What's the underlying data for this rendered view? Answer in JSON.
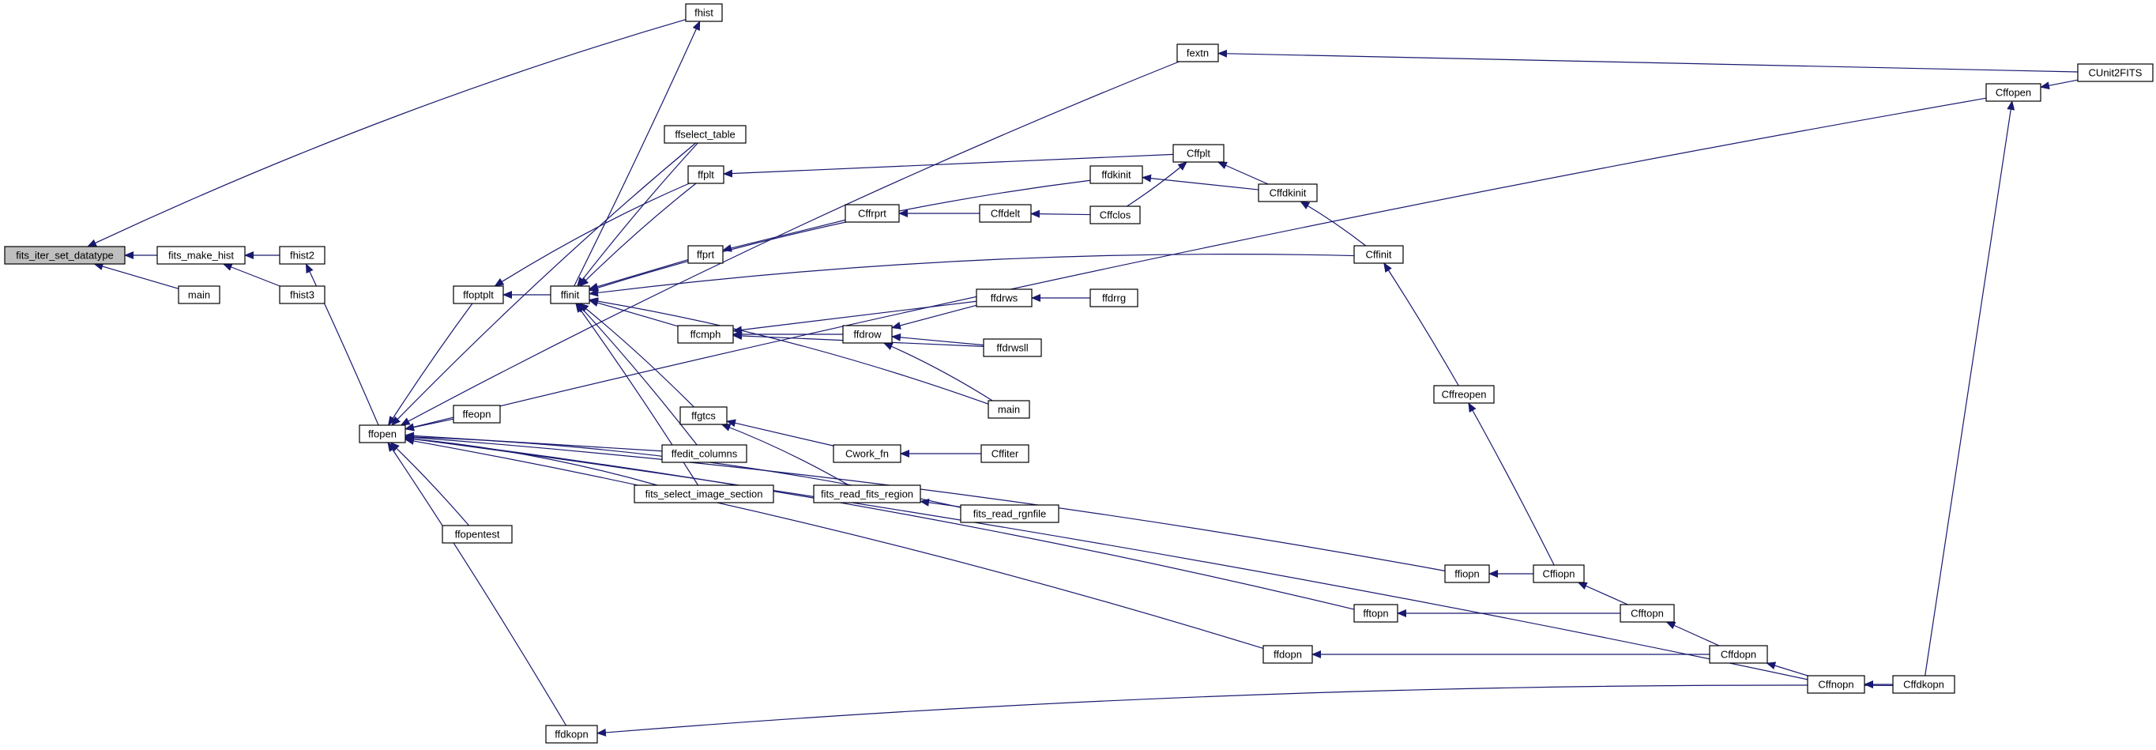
{
  "graph": {
    "colors": {
      "edge": "#191970",
      "root_fill": "#bfbfbf",
      "node_fill": "#ffffff",
      "border": "#000000"
    },
    "nodes": [
      {
        "id": "fits_iter_set_datatype",
        "label": "fits_iter_set_datatype",
        "root": true
      },
      {
        "id": "fits_make_hist",
        "label": "fits_make_hist"
      },
      {
        "id": "main1",
        "label": "main"
      },
      {
        "id": "fhist2",
        "label": "fhist2"
      },
      {
        "id": "fhist3",
        "label": "fhist3"
      },
      {
        "id": "fhist",
        "label": "fhist"
      },
      {
        "id": "fextn",
        "label": "fextn"
      },
      {
        "id": "CUnit2FITS",
        "label": "CUnit2FITS"
      },
      {
        "id": "Cffopen",
        "label": "Cffopen"
      },
      {
        "id": "ffselect_table",
        "label": "ffselect_table"
      },
      {
        "id": "ffplt",
        "label": "ffplt"
      },
      {
        "id": "Cffplt",
        "label": "Cffplt"
      },
      {
        "id": "ffdkinit",
        "label": "ffdkinit"
      },
      {
        "id": "Cffdkinit",
        "label": "Cffdkinit"
      },
      {
        "id": "ffprt",
        "label": "ffprt"
      },
      {
        "id": "Cffrprt",
        "label": "Cffrprt"
      },
      {
        "id": "Cffdelt",
        "label": "Cffdelt"
      },
      {
        "id": "Cffclos",
        "label": "Cffclos"
      },
      {
        "id": "Cffinit",
        "label": "Cffinit"
      },
      {
        "id": "ffoptplt",
        "label": "ffoptplt"
      },
      {
        "id": "ffinit",
        "label": "ffinit"
      },
      {
        "id": "ffdrws",
        "label": "ffdrws"
      },
      {
        "id": "ffdrrg",
        "label": "ffdrrg"
      },
      {
        "id": "ffcmph",
        "label": "ffcmph"
      },
      {
        "id": "ffdrow",
        "label": "ffdrow"
      },
      {
        "id": "ffdrwsll",
        "label": "ffdrwsll"
      },
      {
        "id": "main2",
        "label": "main"
      },
      {
        "id": "Cffreopen",
        "label": "Cffreopen"
      },
      {
        "id": "ffopen",
        "label": "ffopen"
      },
      {
        "id": "ffeopn",
        "label": "ffeopn"
      },
      {
        "id": "ffgtcs",
        "label": "ffgtcs"
      },
      {
        "id": "Cwork_fn",
        "label": "Cwork_fn"
      },
      {
        "id": "Cffiter",
        "label": "Cffiter"
      },
      {
        "id": "ffedit_columns",
        "label": "ffedit_columns"
      },
      {
        "id": "fits_select_image_section",
        "label": "fits_select_image_section"
      },
      {
        "id": "fits_read_fits_region",
        "label": "fits_read_fits_region"
      },
      {
        "id": "fits_read_rgnfile",
        "label": "fits_read_rgnfile"
      },
      {
        "id": "ffopentest",
        "label": "ffopentest"
      },
      {
        "id": "ffiopn",
        "label": "ffiopn"
      },
      {
        "id": "Cffiopn",
        "label": "Cffiopn"
      },
      {
        "id": "fftopn",
        "label": "fftopn"
      },
      {
        "id": "Cfftopn",
        "label": "Cfftopn"
      },
      {
        "id": "ffdopn",
        "label": "ffdopn"
      },
      {
        "id": "Cffdopn",
        "label": "Cffdopn"
      },
      {
        "id": "Cffnopn",
        "label": "Cffnopn"
      },
      {
        "id": "Cffdkopn",
        "label": "Cffdkopn"
      },
      {
        "id": "ffdkopn",
        "label": "ffdkopn"
      }
    ],
    "edges": [
      [
        "fits_make_hist",
        "fits_iter_set_datatype"
      ],
      [
        "main1",
        "fits_iter_set_datatype"
      ],
      [
        "fhist",
        "fits_iter_set_datatype"
      ],
      [
        "fhist2",
        "fits_make_hist"
      ],
      [
        "fhist3",
        "fits_make_hist"
      ],
      [
        "ffopen",
        "fhist2"
      ],
      [
        "ffinit",
        "fhist"
      ],
      [
        "CUnit2FITS",
        "fextn"
      ],
      [
        "fextn",
        "ffopen"
      ],
      [
        "CUnit2FITS",
        "Cffopen"
      ],
      [
        "Cffopen",
        "ffopen"
      ],
      [
        "Cffdkopn",
        "Cffopen"
      ],
      [
        "ffselect_table",
        "ffinit"
      ],
      [
        "ffselect_table",
        "ffopen"
      ],
      [
        "ffplt",
        "ffinit"
      ],
      [
        "ffplt",
        "ffoptplt"
      ],
      [
        "Cffplt",
        "ffplt"
      ],
      [
        "Cffdkinit",
        "Cffplt"
      ],
      [
        "Cffclos",
        "Cffplt"
      ],
      [
        "ffdkinit",
        "ffinit"
      ],
      [
        "Cffdkinit",
        "ffdkinit"
      ],
      [
        "Cffinit",
        "Cffdkinit"
      ],
      [
        "Cffinit",
        "ffinit"
      ],
      [
        "ffprt",
        "ffinit"
      ],
      [
        "Cffrprt",
        "ffprt"
      ],
      [
        "Cffdelt",
        "Cffrprt"
      ],
      [
        "Cffclos",
        "Cffdelt"
      ],
      [
        "Cffreopen",
        "Cffinit"
      ],
      [
        "Cffiopn",
        "Cffreopen"
      ],
      [
        "ffoptplt",
        "ffopen"
      ],
      [
        "ffinit",
        "ffoptplt"
      ],
      [
        "ffcmph",
        "ffinit"
      ],
      [
        "ffdrws",
        "ffcmph"
      ],
      [
        "ffdrow",
        "ffcmph"
      ],
      [
        "ffdrwsll",
        "ffcmph"
      ],
      [
        "ffdrws",
        "ffdrow"
      ],
      [
        "ffdrwsll",
        "ffdrow"
      ],
      [
        "main2",
        "ffdrow"
      ],
      [
        "ffdrrg",
        "ffdrws"
      ],
      [
        "main2",
        "ffinit"
      ],
      [
        "ffgtcs",
        "ffinit"
      ],
      [
        "Cwork_fn",
        "ffgtcs"
      ],
      [
        "fits_read_fits_region",
        "ffgtcs"
      ],
      [
        "Cffiter",
        "Cwork_fn"
      ],
      [
        "ffedit_columns",
        "ffinit"
      ],
      [
        "ffedit_columns",
        "ffopen"
      ],
      [
        "fits_select_image_section",
        "ffinit"
      ],
      [
        "fits_select_image_section",
        "ffopen"
      ],
      [
        "fits_read_rgnfile",
        "fits_read_fits_region"
      ],
      [
        "fits_read_rgnfile",
        "ffopen"
      ],
      [
        "ffeopn",
        "ffopen"
      ],
      [
        "ffopentest",
        "ffopen"
      ],
      [
        "ffiopn",
        "ffopen"
      ],
      [
        "Cffiopn",
        "ffiopn"
      ],
      [
        "Cfftopn",
        "Cffiopn"
      ],
      [
        "fftopn",
        "ffopen"
      ],
      [
        "Cfftopn",
        "fftopn"
      ],
      [
        "Cffdopn",
        "Cfftopn"
      ],
      [
        "ffdopn",
        "ffopen"
      ],
      [
        "Cffdopn",
        "ffdopn"
      ],
      [
        "Cffnopn",
        "Cffdopn"
      ],
      [
        "Cffnopn",
        "ffopen"
      ],
      [
        "Cffdkopn",
        "Cffnopn"
      ],
      [
        "ffdkopn",
        "ffopen"
      ],
      [
        "Cffdkopn",
        "ffdkopn"
      ]
    ]
  }
}
